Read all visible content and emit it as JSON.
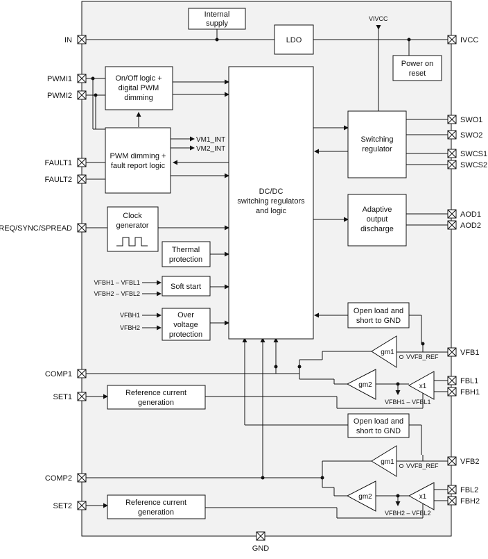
{
  "pins": {
    "in": "IN",
    "pwmi1": "PWMI1",
    "pwmi2": "PWMI2",
    "fault1": "FAULT1",
    "fault2": "FAULT2",
    "freq": "FREQ/SYNC/SPREAD",
    "comp1": "COMP1",
    "set1": "SET1",
    "comp2": "COMP2",
    "set2": "SET2",
    "gnd": "GND",
    "ivcc": "IVCC",
    "swo1": "SWO1",
    "swo2": "SWO2",
    "swcs1": "SWCS1",
    "swcs2": "SWCS2",
    "aod1": "AOD1",
    "aod2": "AOD2",
    "vfb1": "VFB1",
    "fbl1": "FBL1",
    "fbh1": "FBH1",
    "vfb2": "VFB2",
    "fbl2": "FBL2",
    "fbh2": "FBH2"
  },
  "blocks": {
    "internal_supply": [
      "Internal",
      "supply"
    ],
    "ldo": "LDO",
    "power_on_reset": [
      "Power on",
      "reset"
    ],
    "onoff_logic": [
      "On/Off logic +",
      "digital PWM",
      "dimming"
    ],
    "pwm_fault": [
      "PWM dimming +",
      "fault report logic"
    ],
    "clock": [
      "Clock",
      "generator"
    ],
    "thermal": [
      "Thermal",
      "protection"
    ],
    "soft_start": "Soft start",
    "overvoltage": [
      "Over",
      "voltage",
      "protection"
    ],
    "dcdc_core": [
      "DC/DC",
      "switching regulators",
      "and logic"
    ],
    "switching_reg": [
      "Switching",
      "regulator"
    ],
    "aod": [
      "Adaptive",
      "output",
      "discharge"
    ],
    "open_load_1": [
      "Open load and",
      "short to GND"
    ],
    "open_load_2": [
      "Open load and",
      "short to GND"
    ],
    "ref_current_1": [
      "Reference current",
      "generation"
    ],
    "ref_current_2": [
      "Reference current",
      "generation"
    ]
  },
  "signals": {
    "vivcc": "VIVCC",
    "vm1_int": "VM1_INT",
    "vm2_int": "VM2_INT",
    "ss_in1": "VFBH1 – VFBL1",
    "ss_in2": "VFBH2 – VFBL2",
    "ov_in1": "VFBH1",
    "ov_in2": "VFBH2",
    "gm": "gm1",
    "gm2": "gm2",
    "vfb_ref": "VVFB_REF",
    "x1": "x1",
    "diff1": "VFBH1 – VFBL1",
    "diff2": "VFBH2 – VFBL2"
  }
}
